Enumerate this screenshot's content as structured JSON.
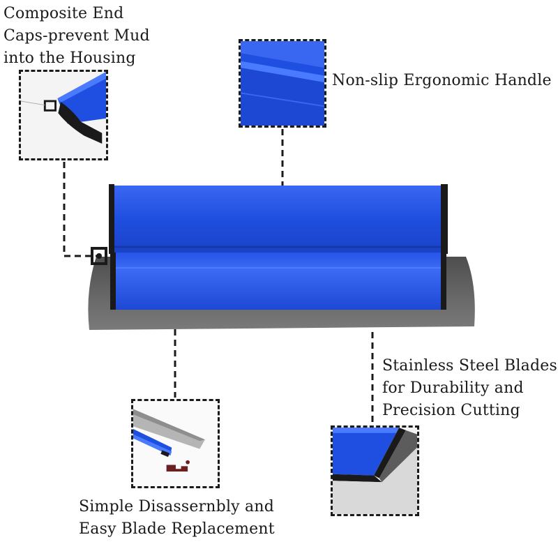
{
  "callouts": {
    "composite_end_caps": "Composite End\nCaps-prevent Mud\ninto the Housing",
    "handle": "Non-slip Ergonomic Handle",
    "blades": "Stainless Steel Blades\nfor Durability and\nPrecision Cutting",
    "disassembly": "Simple Disassernbly and\nEasy Blade Replacement"
  },
  "colors": {
    "handle_blue": "#1f4fe0",
    "handle_highlight": "#4a7bff",
    "blade_steel": "#5c5c5c",
    "end_cap": "#1a1a1a"
  },
  "icons": {
    "main_product": "drywall-skimming-blade",
    "detail_end_cap": "end-cap-closeup",
    "detail_handle": "handle-closeup",
    "detail_disassembly": "disassembled-parts",
    "detail_blade": "blade-edge-closeup"
  }
}
